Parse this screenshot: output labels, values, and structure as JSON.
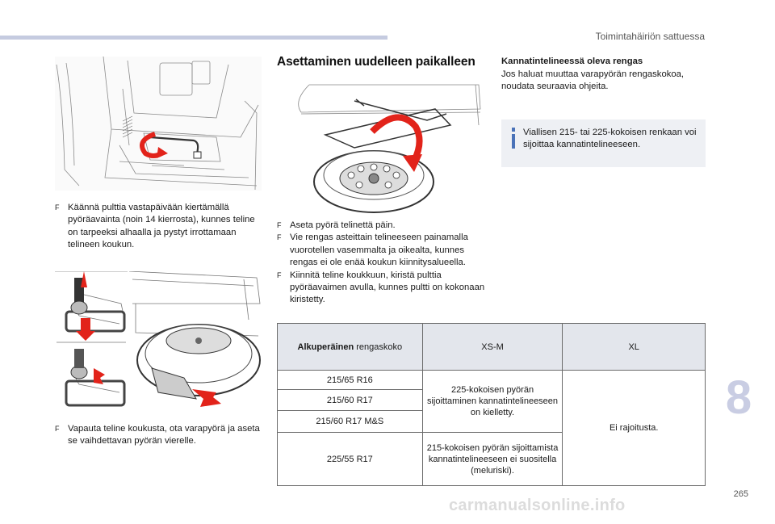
{
  "header": {
    "running_title": "Toimintahäiriön sattuessa",
    "accent_color": "#c5cbe0"
  },
  "left_column": {
    "step1_bullets": [
      "Käännä pulttia vastapäivään kiertämällä pyöräavainta (noin 14 kierrosta), kunnes teline on tarpeeksi alhaalla ja pystyt irrottamaan telineen koukun."
    ],
    "step2_bullets": [
      "Vapauta teline koukusta, ota varapyörä ja aseta se vaihdettavan pyörän vierelle."
    ]
  },
  "middle_column": {
    "section_title": "Asettaminen uudelleen paikalleen",
    "bullets": [
      "Aseta pyörä telinettä päin.",
      "Vie rengas asteittain telineeseen painamalla vuorotellen vasemmalta ja oikealta, kunnes rengas ei ole enää koukun kiinnitysalueella.",
      "Kiinnitä teline koukkuun, kiristä pulttia pyöräavaimen avulla, kunnes pultti on kokonaan kiristetty."
    ]
  },
  "right_column": {
    "subheading": "Kannatintelineessä oleva rengas",
    "paragraph": "Jos haluat muuttaa varapyörän rengaskokoa, noudata seuraavia ohjeita.",
    "info_note": "Viallisen 215- tai 225-kokoisen renkaan voi sijoittaa kannatintelineeseen.",
    "info_icon": "info-icon",
    "info_color": "#4a72b8"
  },
  "table": {
    "header": {
      "col1_bold": "Alkuperäinen",
      "col1_rest": " rengaskoko",
      "col2": "XS-M",
      "col3": "XL"
    },
    "sizes": [
      "215/65 R16",
      "215/60 R17",
      "215/60 R17 M&S",
      "225/55 R17"
    ],
    "xsm_rule_a": "225-kokoisen pyörän sijoittaminen kannatintelineeseen on kielletty.",
    "xsm_rule_b": "215-kokoisen pyörän sijoittamista kannatintelineeseen ei suositella (meluriski).",
    "xl_rule": "Ei rajoitusta."
  },
  "footer": {
    "chapter_number": "8",
    "page_number": "265",
    "watermark": "carmanualsonline.info"
  },
  "bullet_marker": "F",
  "arrow_color": "#e2231a"
}
